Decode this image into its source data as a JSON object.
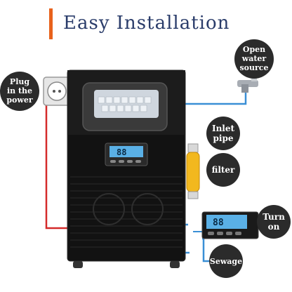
{
  "title": "Easy Installation",
  "labels": {
    "plug": [
      "Plug",
      "in the",
      "power"
    ],
    "water": [
      "Open",
      "water",
      "source"
    ],
    "inlet": [
      "Inlet",
      "pipe"
    ],
    "filter": "filter",
    "turn_on": [
      "Turn",
      "on"
    ],
    "sewage": "Sewage"
  },
  "colors": {
    "accent": "#e8621c",
    "title": "#2a3c6a",
    "bubble": "#2b2b2b",
    "power_line": "#d42a2a",
    "water_line": "#3a8fd6",
    "filter": "#f2b81e"
  },
  "display": {
    "main_digits": "88",
    "panel_digits": "88"
  }
}
